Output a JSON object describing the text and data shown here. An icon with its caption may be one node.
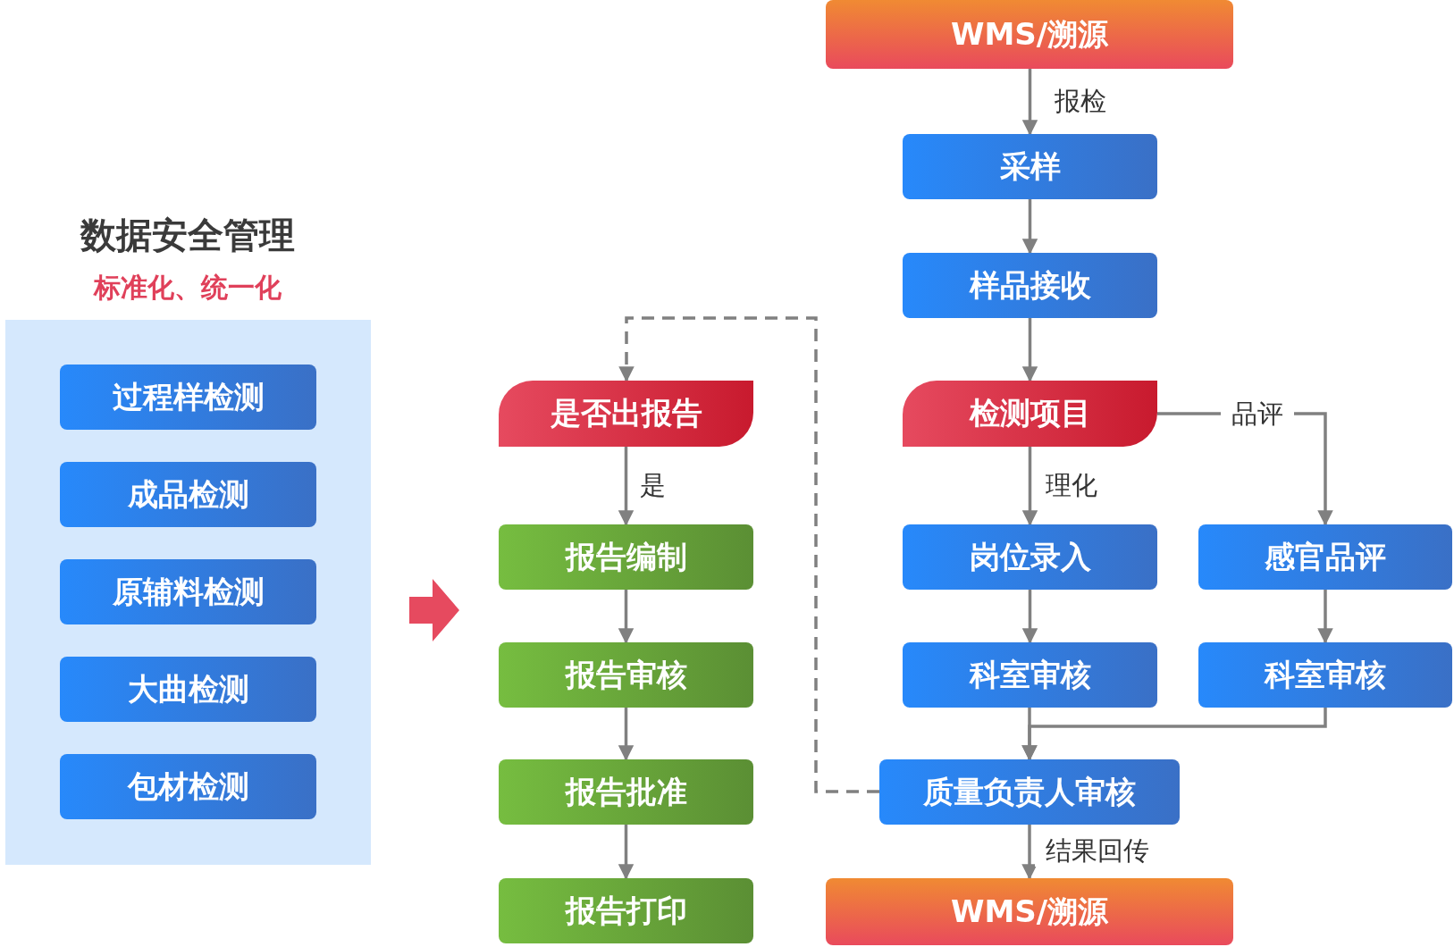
{
  "diagram": {
    "title": "数据安全管理",
    "nodes": [
      {
        "text": [],
        "shape": "box"
      },
      {
        "text": [
          "过程样检测"
        ],
        "in": 0
      },
      {
        "text": [
          "成品检测"
        ],
        "in": 0
      },
      {
        "text": [
          "原辅料检测"
        ],
        "in": 0
      },
      {
        "text": [
          "大曲检测"
        ],
        "in": 0
      },
      {
        "text": [
          "包材检测"
        ],
        "in": 0
      },
      {
        "text": [
          "WMS/溯源"
        ]
      },
      {
        "text": [
          "采样"
        ]
      },
      {
        "text": [
          "样品接收"
        ]
      },
      {
        "text": [
          "是否出报告"
        ]
      },
      {
        "text": [
          "检测项目"
        ]
      },
      {
        "text": [
          "报告编制"
        ]
      },
      {
        "text": [
          "岗位录入"
        ]
      },
      {
        "text": [
          "感官品评"
        ]
      },
      {
        "text": [
          "报告审核"
        ]
      },
      {
        "text": [
          "科室审核"
        ]
      },
      {
        "text": [
          "科室审核"
        ]
      },
      {
        "text": [
          "报告批准"
        ]
      },
      {
        "text": [
          "质量负责人审核"
        ]
      },
      {
        "text": [
          "报告打印"
        ]
      },
      {
        "text": [
          "WMS/溯源"
        ]
      }
    ],
    "edges": [
      {
        "from": 6,
        "to": 7,
        "arrow": "to",
        "label": "报检"
      },
      {
        "from": 7,
        "to": 8,
        "arrow": "to"
      },
      {
        "from": 8,
        "to": 10,
        "arrow": "to"
      },
      {
        "from": 10,
        "to": 12,
        "arrow": "to",
        "label": "理化"
      },
      {
        "from": 10,
        "to": 13,
        "arrow": "to",
        "label": "品评"
      },
      {
        "from": 12,
        "to": 15,
        "arrow": "to"
      },
      {
        "from": 13,
        "to": 16,
        "arrow": "to"
      },
      {
        "from": 15,
        "to": 18,
        "arrow": "to"
      },
      {
        "from": 16,
        "to": 18,
        "arrow": "to"
      },
      {
        "from": 18,
        "to": 20,
        "arrow": "to",
        "label": "结果回传"
      },
      {
        "from": 18,
        "to": 9,
        "arrow": "to",
        "style": "dashed"
      },
      {
        "from": 9,
        "to": 11,
        "arrow": "to",
        "label": "是"
      },
      {
        "from": 11,
        "to": 14,
        "arrow": "to"
      },
      {
        "from": 14,
        "to": 17,
        "arrow": "to"
      },
      {
        "from": 17,
        "to": 19,
        "arrow": "to"
      }
    ],
    "labels": [
      "标准化、统一化"
    ]
  }
}
